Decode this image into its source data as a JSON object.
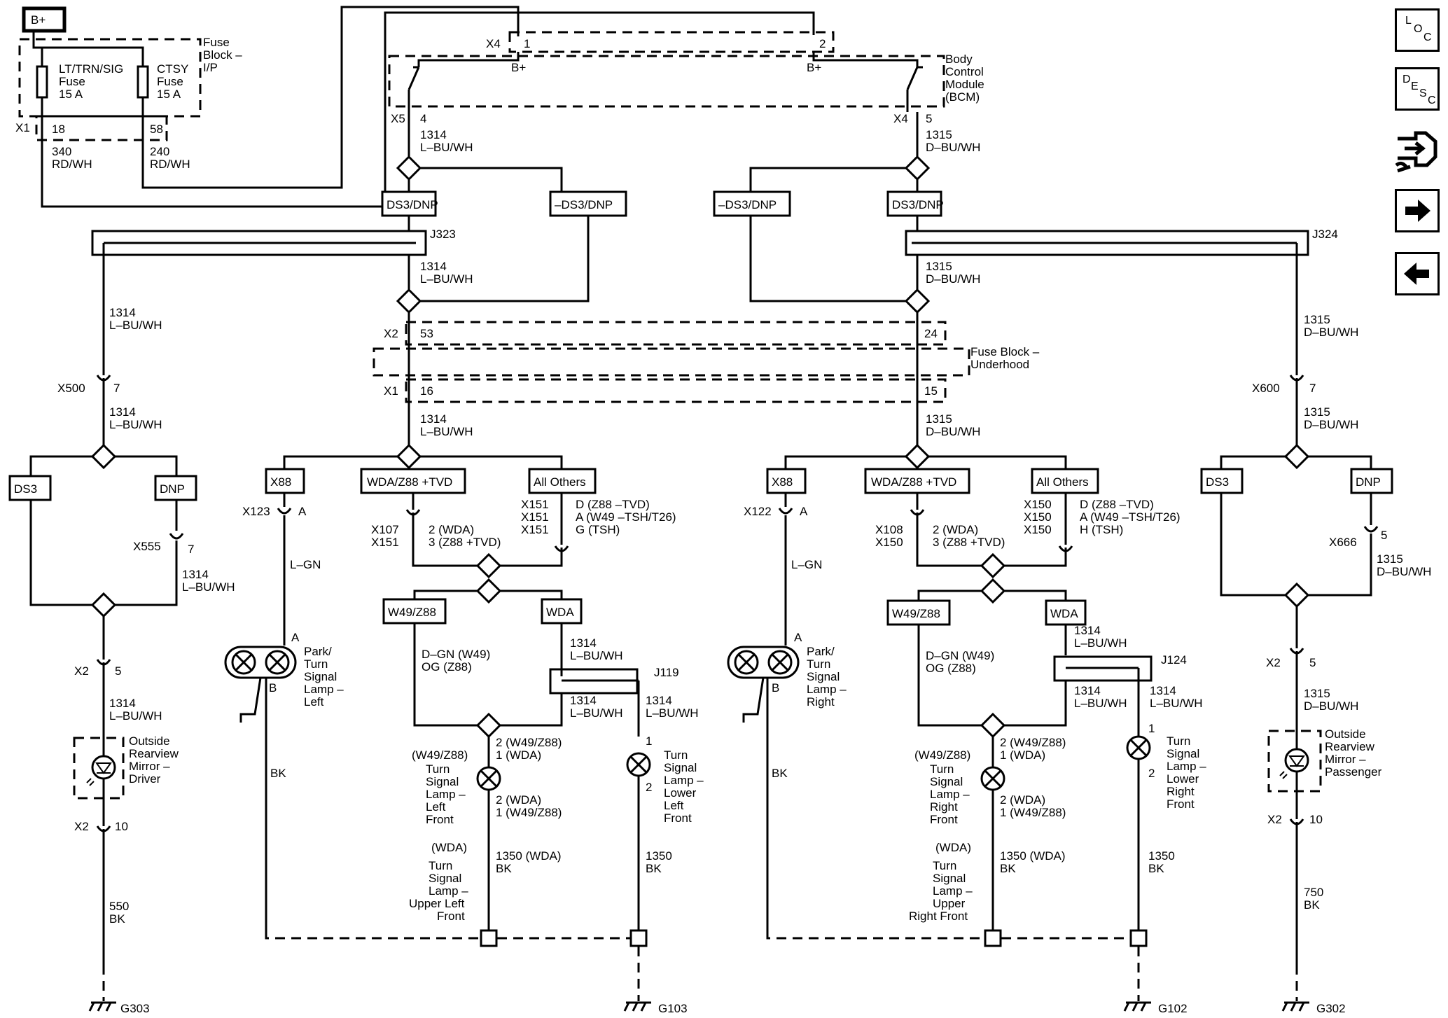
{
  "title": "",
  "nav": {
    "loc": [
      "L",
      "O",
      "C"
    ],
    "desc": [
      "D",
      "E",
      "S",
      "C"
    ]
  },
  "top": {
    "bplus": "B+",
    "fuse_block_ip": [
      "Fuse",
      "Block –",
      "I/P"
    ],
    "fuse_lt": [
      "LT/TRN/SIG",
      "Fuse",
      "15 A"
    ],
    "fuse_ctsy": [
      "CTSY",
      "Fuse",
      "15 A"
    ],
    "x1": "X1",
    "p18": "18",
    "p58": "58",
    "w340": [
      "340",
      "RD/WH"
    ],
    "w240": [
      "240",
      "RD/WH"
    ],
    "x4top": "X4",
    "p1": "1",
    "p2": "2",
    "bplus_l": "B+",
    "bplus_r": "B+",
    "bcm": [
      "Body",
      "Control",
      "Module",
      "(BCM)"
    ],
    "x5": "X5",
    "p4": "4",
    "x4b": "X4",
    "p5": "5"
  },
  "wires": {
    "l_bu": [
      "1314",
      "L–BU/WH"
    ],
    "d_bu": [
      "1315",
      "D–BU/WH"
    ]
  },
  "opts": {
    "ds3dnp": "DS3/DNP",
    "nds3dnp": "–DS3/DNP",
    "ds3": "DS3",
    "dnp": "DNP",
    "x88": "X88",
    "wda_z88": "WDA/Z88 +TVD",
    "all_others": "All Others",
    "w49z88": "W49/Z88",
    "wda": "WDA"
  },
  "splices": {
    "j323": "J323",
    "j324": "J324",
    "j119": "J119",
    "j124": "J124"
  },
  "fuse_uh": {
    "x2": "X2",
    "p53": "53",
    "p24": "24",
    "label": [
      "Fuse Block –",
      "Underhood"
    ],
    "x1": "X1",
    "p16": "16",
    "p15": "15"
  },
  "left_far": {
    "x500": "X500",
    "p7": "7",
    "x555": "X555",
    "p7b": "7",
    "x2": "X2",
    "p5": "5",
    "mirror": [
      "Outside",
      "Rearview",
      "Mirror –",
      "Driver"
    ],
    "x2b": "X2",
    "p10": "10",
    "w550": [
      "550",
      "BK"
    ],
    "g303": "G303"
  },
  "right_far": {
    "x600": "X600",
    "p7": "7",
    "x666": "X666",
    "p5": "5",
    "x2": "X2",
    "p5b": "5",
    "mirror": [
      "Outside",
      "Rearview",
      "Mirror –",
      "Passenger"
    ],
    "x2b": "X2",
    "p10": "10",
    "w750": [
      "750",
      "BK"
    ],
    "g302": "G302"
  },
  "left_mid": {
    "x123": "X123",
    "pa": "A",
    "lgn": "L–GN",
    "pa2": "A",
    "pb": "B",
    "park": [
      "Park/",
      "Turn",
      "Signal",
      "Lamp –",
      "Left"
    ],
    "bk": "BK",
    "x107": [
      "X107",
      "X151"
    ],
    "x107p": [
      "2 (WDA)",
      "3 (Z88 +TVD)"
    ],
    "x151": [
      "X151",
      "X151",
      "X151"
    ],
    "x151p": [
      "D (Z88 –TVD)",
      "A (W49 –TSH/T26)",
      "G (TSH)"
    ],
    "dgn": [
      "D–GN (W49)",
      "OG (Z88)"
    ],
    "w1314a": [
      "1314",
      "L–BU/WH"
    ],
    "w1314b": [
      "1314",
      "L–BU/WH"
    ],
    "w1314c": [
      "1314",
      "L–BU/WH"
    ],
    "pins_top": [
      "2 (W49/Z88)",
      "1 (WDA)"
    ],
    "w49lbl": "(W49/Z88)",
    "lamp_lf": [
      "Turn",
      "Signal",
      "Lamp –",
      "Left",
      "Front"
    ],
    "pins_bot": [
      "2 (WDA)",
      "1 (W49/Z88)"
    ],
    "p1": "1",
    "p2": "2",
    "lamp_low": [
      "Turn",
      "Signal",
      "Lamp –",
      "Lower",
      "Left",
      "Front"
    ],
    "wda_lbl": "(WDA)",
    "lamp_up": [
      "Turn",
      "Signal",
      "Lamp –",
      "Upper Left",
      "Front"
    ],
    "w1350a": [
      "1350 (WDA)",
      "BK"
    ],
    "w1350b": [
      "1350",
      "BK"
    ],
    "g103": "G103"
  },
  "right_mid": {
    "x122": "X122",
    "pa": "A",
    "lgn": "L–GN",
    "pa2": "A",
    "pb": "B",
    "park": [
      "Park/",
      "Turn",
      "Signal",
      "Lamp –",
      "Right"
    ],
    "bk": "BK",
    "x108": [
      "X108",
      "X150"
    ],
    "x108p": [
      "2 (WDA)",
      "3 (Z88 +TVD)"
    ],
    "x150": [
      "X150",
      "X150",
      "X150"
    ],
    "x150p": [
      "D (Z88 –TVD)",
      "A (W49 –TSH/T26)",
      "H (TSH)"
    ],
    "dgn": [
      "D–GN (W49)",
      "OG (Z88)"
    ],
    "w1314a": [
      "1314",
      "L–BU/WH"
    ],
    "w1314b": [
      "1314",
      "L–BU/WH"
    ],
    "w1314c": [
      "1314",
      "L–BU/WH"
    ],
    "pins_top": [
      "2 (W49/Z88)",
      "1 (WDA)"
    ],
    "w49lbl": "(W49/Z88)",
    "lamp_rf": [
      "Turn",
      "Signal",
      "Lamp –",
      "Right",
      "Front"
    ],
    "pins_bot": [
      "2 (WDA)",
      "1 (W49/Z88)"
    ],
    "p1": "1",
    "p2": "2",
    "lamp_low": [
      "Turn",
      "Signal",
      "Lamp –",
      "Lower",
      "Right",
      "Front"
    ],
    "wda_lbl": "(WDA)",
    "lamp_up": [
      "Turn",
      "Signal",
      "Lamp –",
      "Upper",
      "Right Front"
    ],
    "w1350a": [
      "1350 (WDA)",
      "BK"
    ],
    "w1350b": [
      "1350",
      "BK"
    ],
    "g102": "G102"
  }
}
